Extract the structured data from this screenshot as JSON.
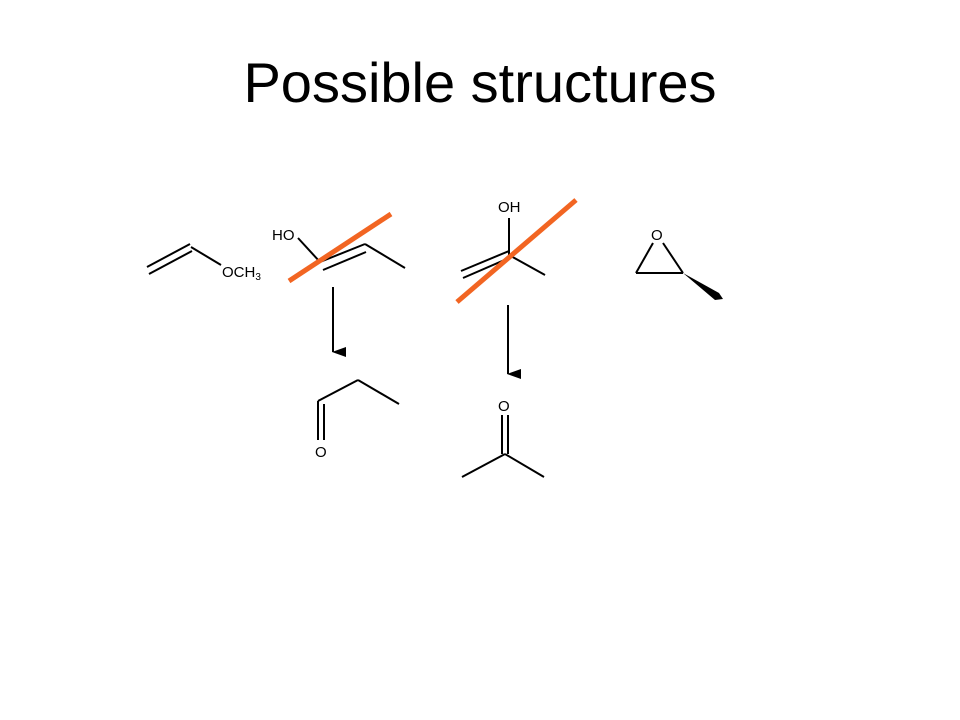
{
  "slide": {
    "title": "Possible structures"
  },
  "labels": {
    "methyl_vinyl_ether": {
      "main": "OCH",
      "sub": "3"
    },
    "allyl_alcohol_hydroxyl": "HO",
    "propenol_hydroxyl": "OH",
    "epoxide_oxygen": "O",
    "propanal_oxygen": "O",
    "acetone_oxygen": "O"
  },
  "colors": {
    "text": "#000000",
    "bond": "#000000",
    "cross_out": "#f26522",
    "background": "#ffffff"
  },
  "icons": {
    "cross_out": "cross-out-line",
    "tautomerization": "arrow-down-icon"
  }
}
